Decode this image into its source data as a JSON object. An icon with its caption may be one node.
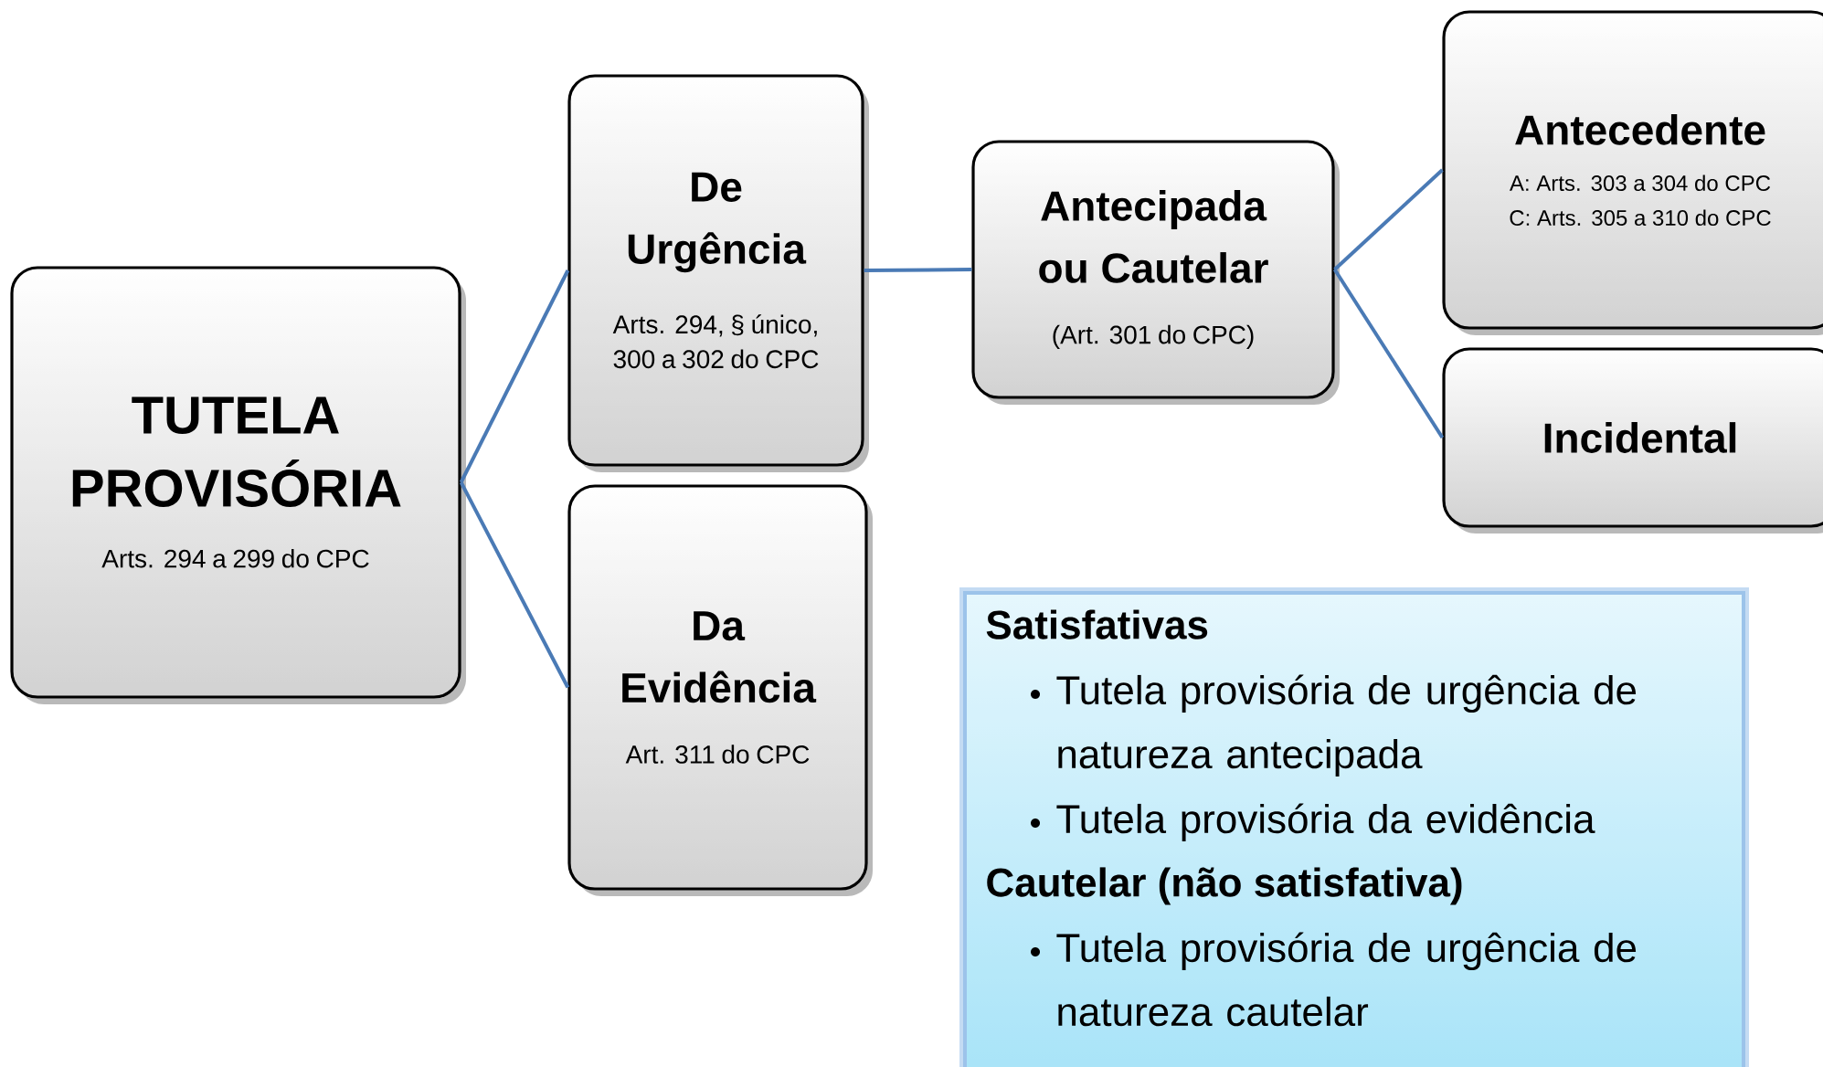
{
  "diagram": {
    "nodes": [
      {
        "text": [
          "TUTELA PROVISÓRIA",
          "Arts. 294 a 299 do CPC"
        ]
      },
      {
        "text": [
          "De Urgência",
          "Arts. 294, § único, 300 a 302 do CPC"
        ]
      },
      {
        "text": [
          "Da Evidência",
          "Art. 311 do CPC"
        ]
      },
      {
        "text": [
          "Antecipada ou Cautelar",
          "(Art. 301 do CPC)"
        ]
      },
      {
        "text": [
          "Antecedente",
          "A: Arts. 303 a 304 do CPC",
          "C: Arts. 305 a 310 do CPC"
        ]
      },
      {
        "text": [
          "Incidental"
        ]
      },
      {
        "text": [
          "Satisfativas",
          "Tutela provisória de urgência de natureza antecipada",
          "Tutela provisória da evidência",
          "Cautelar (não satisfativa)",
          "Tutela provisória de urgência de natureza cautelar"
        ]
      }
    ],
    "edges": [
      {
        "from": 0,
        "to": 1,
        "arrow": "none"
      },
      {
        "from": 0,
        "to": 2,
        "arrow": "none"
      },
      {
        "from": 1,
        "to": 3,
        "arrow": "none"
      },
      {
        "from": 3,
        "to": 4,
        "arrow": "none"
      },
      {
        "from": 3,
        "to": 5,
        "arrow": "none"
      }
    ]
  }
}
